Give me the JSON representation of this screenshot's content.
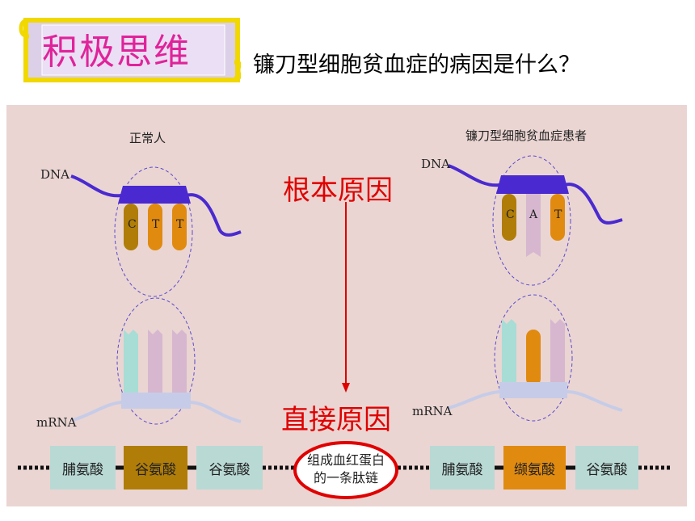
{
  "header": {
    "banner_label": "积极思维",
    "question": "镰刀型细胞贫血症的病因是什么？"
  },
  "normal": {
    "title": "正常人",
    "dna_label": "DNA",
    "mrna_label": "mRNA",
    "bases": [
      "C",
      "T",
      "T"
    ],
    "amino_acids": [
      "脯氨酸",
      "谷氨酸",
      "谷氨酸"
    ]
  },
  "patient": {
    "title": "镰刀型细胞贫血症患者",
    "dna_label": "DNA",
    "mrna_label": "mRNA",
    "bases": [
      "C",
      "A",
      "T"
    ],
    "amino_acids": [
      "脯氨酸",
      "缬氨酸",
      "谷氨酸"
    ]
  },
  "center": {
    "root_cause": "根本原因",
    "direct_cause": "直接原因",
    "peptide_line1": "组成血红蛋白",
    "peptide_line2": "的一条肽链"
  },
  "colors": {
    "banner_text": "#e0239a",
    "dna_strand": "#4a2ad0",
    "mrna_strand": "#c6cce8",
    "red_text": "#e00000",
    "base_C": "#b07d08",
    "base_T": "#e08a10",
    "base_A": "#d6b7cf",
    "base_U": "#d6b7cf",
    "base_G_teal": "#a8ddd6",
    "panel_bg": "#ead5d2"
  }
}
